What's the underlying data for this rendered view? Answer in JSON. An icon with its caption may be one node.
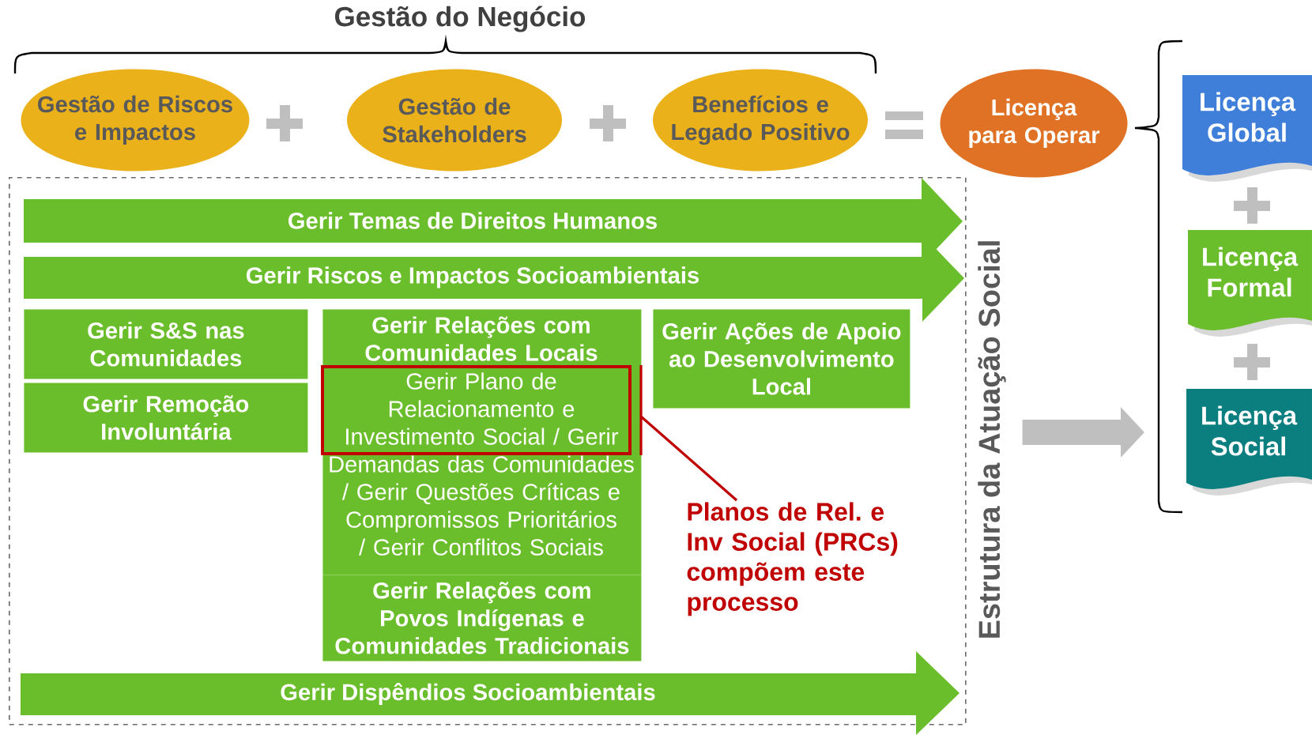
{
  "diagram": {
    "title": "Gestão do Negócio",
    "nodes": [
      {
        "text": [
          "Gestão de Riscos e Impactos"
        ]
      },
      {
        "text": [
          "Gestão de Stakeholders"
        ]
      },
      {
        "text": [
          "Benefícios e Legado Positivo"
        ]
      },
      {
        "text": [
          "Licença para Operar"
        ]
      },
      {
        "text": [
          "Licença Global"
        ]
      },
      {
        "text": [
          "Licença Formal"
        ]
      },
      {
        "text": [
          "Licença Social"
        ]
      },
      {
        "text": [
          "Estrutura da Atuação Social"
        ]
      },
      {
        "text": [
          "Gerir Temas de Direitos Humanos"
        ],
        "in": 7
      },
      {
        "text": [
          "Gerir Riscos e Impactos Socioambientais"
        ],
        "in": 7
      },
      {
        "text": [
          "Gerir S&S nas Comunidades"
        ],
        "in": 7
      },
      {
        "text": [
          "Gerir Remoção Involuntária"
        ],
        "in": 7
      },
      {
        "text": [
          "Gerir Relações com Comunidades Locais",
          "Gerir Plano de Relacionamento e Investimento Social / Gerir Demandas das Comunidades / Gerir Questões Críticas e Compromissos Prioritários / Gerir Conflitos Sociais"
        ],
        "in": 7
      },
      {
        "text": [],
        "shape": "box",
        "in": 12
      },
      {
        "text": [
          "Gerir Relações com Povos Indígenas e Comunidades Tradicionais"
        ],
        "in": 7
      },
      {
        "text": [
          "Gerir Ações de Apoio ao Desenvolvimento Local"
        ],
        "in": 7
      },
      {
        "text": [
          "Planos de Rel. e Inv Social (PRCs) compõem este processo"
        ],
        "in": 7
      },
      {
        "text": [
          "Gerir Dispêndios Socioambientais"
        ],
        "in": 7
      },
      {
        "text": [],
        "shape": "brace"
      }
    ],
    "edges": [
      {
        "from": 16,
        "to": 13,
        "arrow": "none",
        "color": "#c00000"
      },
      {
        "from": 7,
        "to": 18,
        "arrow": "to",
        "style": "thick",
        "color": "#bfbfbf"
      }
    ]
  }
}
